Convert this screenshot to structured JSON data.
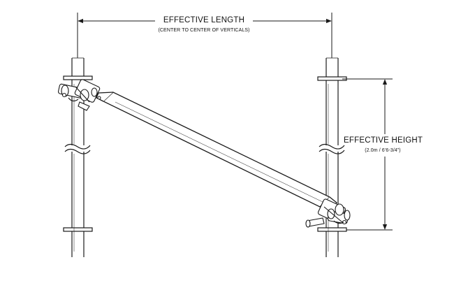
{
  "dimensions": {
    "length": {
      "title": "EFFECTIVE LENGTH",
      "subtitle": "(CENTER TO CENTER OF VERTICALS)"
    },
    "height": {
      "title": "EFFECTIVE HEIGHT",
      "subtitle": "(2.0m / 6’6-3/4”)"
    }
  },
  "components": {
    "left_vertical": "scaffold-standard-icon",
    "right_vertical": "scaffold-standard-icon",
    "diagonal_brace": "scaffold-diagonal-brace-icon",
    "top_coupler": "swivel-coupler-icon",
    "bottom_coupler": "swivel-coupler-icon"
  },
  "colors": {
    "line": "#1a1a1a",
    "tube_fill": "#ffffff",
    "background": "#ffffff"
  }
}
